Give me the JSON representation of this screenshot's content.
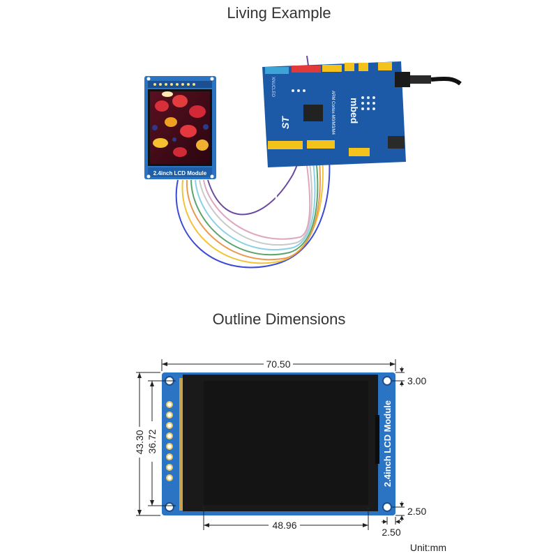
{
  "headings": {
    "living": "Living Example",
    "outline": "Outline Dimensions"
  },
  "module": {
    "label": "2.4inch LCD Module"
  },
  "mcu_board": {
    "brand": "mbed",
    "logo": "ST",
    "model": "ARM Cortex-M0/M3/M4",
    "maker": "XNUCLEO"
  },
  "dimensions": {
    "width": "70.50",
    "height": "43.30",
    "display_height": "36.72",
    "display_width": "48.96",
    "hole_top": "3.00",
    "hole_bottom": "2.50",
    "hole_side": "2.50"
  },
  "unit": "Unit:mm",
  "colors": {
    "pcb_blue": "#2B74C4",
    "dim_line": "#222222",
    "screen": "#141414"
  }
}
